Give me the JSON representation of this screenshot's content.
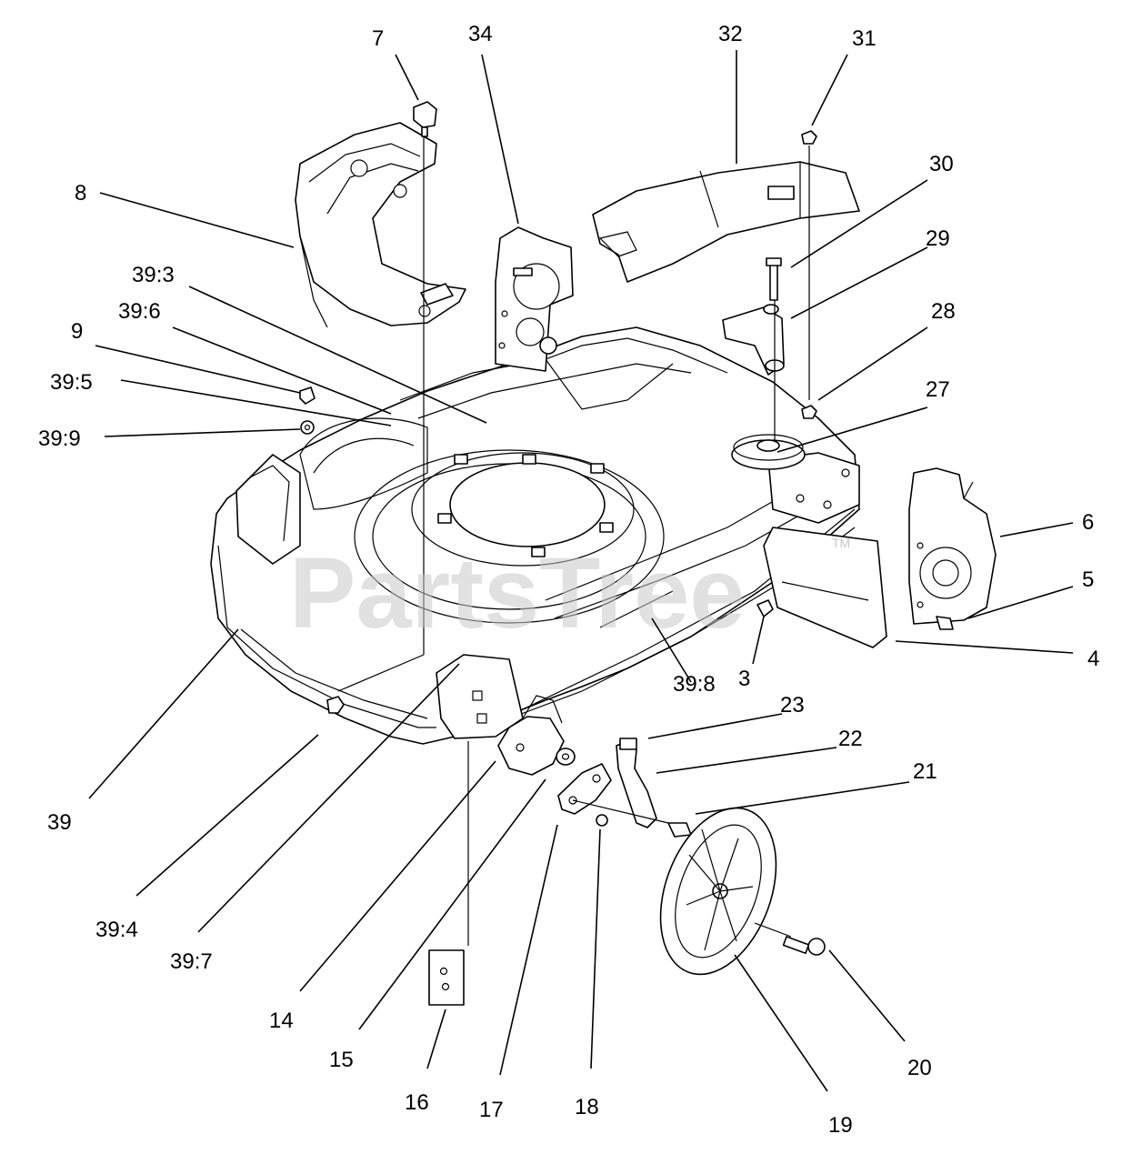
{
  "watermark": {
    "text": "PartsTree",
    "trademark": "TM"
  },
  "callouts": {
    "c7": "7",
    "c34": "34",
    "c32": "32",
    "c31": "31",
    "c30": "30",
    "c8": "8",
    "c29": "29",
    "c39_3": "39:3",
    "c28": "28",
    "c39_6": "39:6",
    "c9": "9",
    "c27": "27",
    "c39_5": "39:5",
    "c39_9": "39:9",
    "c6": "6",
    "c5": "5",
    "c4": "4",
    "c3": "3",
    "c39_8": "39:8",
    "c23": "23",
    "c22": "22",
    "c21": "21",
    "c39": "39",
    "c39_4": "39:4",
    "c39_7": "39:7",
    "c14": "14",
    "c15": "15",
    "c16": "16",
    "c17": "17",
    "c18": "18",
    "c19": "19",
    "c20": "20"
  }
}
